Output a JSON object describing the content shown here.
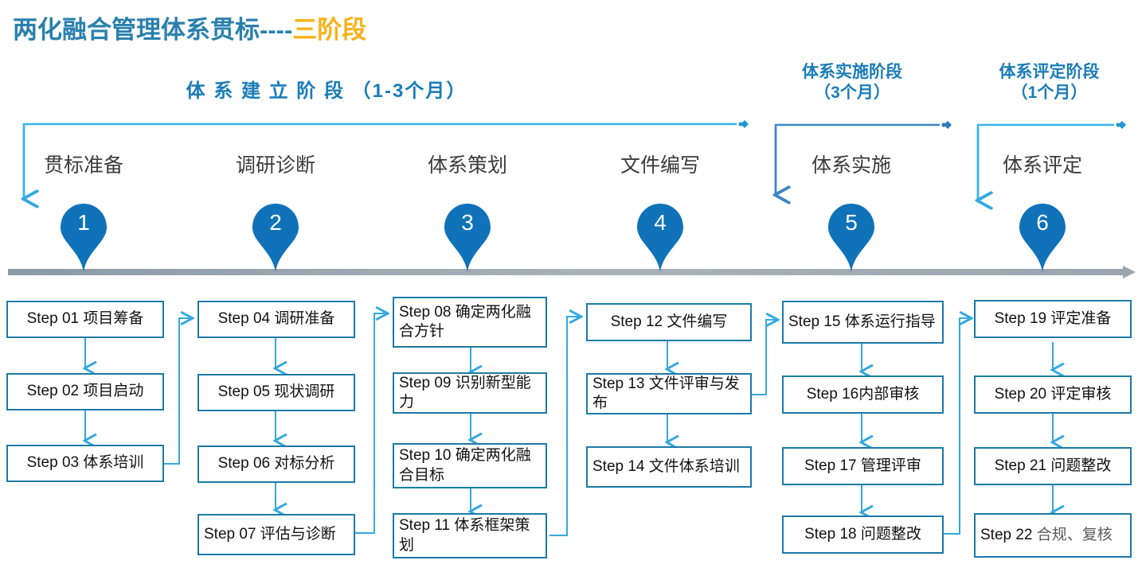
{
  "title": {
    "main": "两化融合管理体系贯标",
    "dashes": "----",
    "highlight": "三阶段"
  },
  "colors": {
    "title_blue": "#2a80ad",
    "title_orange": "#f6b219",
    "header_blue": "#1a7cb8",
    "pin_blue": "#1072b8",
    "box_border": "#1b7ba6",
    "arrow_blue": "#35a8e0",
    "bracket_light": "#35b3ef",
    "bracket_dark": "#3f86c6",
    "timeline_gray": "#9aa4ad"
  },
  "phase_headers": [
    {
      "label": "体 系 建 立 阶 段 （1-3个月）"
    },
    {
      "label": "体系实施阶段\n（3个月）"
    },
    {
      "label": "体系评定阶段\n（1个月）"
    }
  ],
  "stages": [
    {
      "number": "1",
      "label": "贯标准备"
    },
    {
      "number": "2",
      "label": "调研诊断"
    },
    {
      "number": "3",
      "label": "体系策划"
    },
    {
      "number": "4",
      "label": "文件编写"
    },
    {
      "number": "5",
      "label": "体系实施"
    },
    {
      "number": "6",
      "label": "体系评定"
    }
  ],
  "columns": [
    {
      "name": "贯标准备",
      "steps": [
        {
          "en": "Step 01",
          "cn": "项目筹备"
        },
        {
          "en": "Step 02",
          "cn": "项目启动"
        },
        {
          "en": "Step 03",
          "cn": "体系培训"
        }
      ]
    },
    {
      "name": "调研诊断",
      "steps": [
        {
          "en": "Step 04",
          "cn": "调研准备"
        },
        {
          "en": "Step 05",
          "cn": "现状调研"
        },
        {
          "en": "Step 06",
          "cn": "对标分析"
        },
        {
          "en": "Step 07",
          "cn": "评估与诊断"
        }
      ]
    },
    {
      "name": "体系策划",
      "steps": [
        {
          "en": "Step 08",
          "cn": "确定两化融合方针"
        },
        {
          "en": "Step 09",
          "cn": "识别新型能力"
        },
        {
          "en": "Step 10",
          "cn": "确定两化融合目标"
        },
        {
          "en": "Step 11",
          "cn": "体系框架策划"
        }
      ]
    },
    {
      "name": "文件编写",
      "steps": [
        {
          "en": "Step 12",
          "cn": "文件编写"
        },
        {
          "en": "Step 13",
          "cn": "文件评审与发布"
        },
        {
          "en": "Step 14",
          "cn": "文件体系培训"
        }
      ]
    },
    {
      "name": "体系实施",
      "steps": [
        {
          "en": "Step 15",
          "cn": "体系运行指导"
        },
        {
          "en": "Step 16",
          "cn": "内部审核"
        },
        {
          "en": "Step 17",
          "cn": "管理评审"
        },
        {
          "en": "Step 18",
          "cn": "问题整改"
        }
      ]
    },
    {
      "name": "体系评定",
      "steps": [
        {
          "en": "Step 19",
          "cn": "评定准备"
        },
        {
          "en": "Step 20",
          "cn": "评定审核"
        },
        {
          "en": "Step 21",
          "cn": "问题整改"
        },
        {
          "en": "Step 22",
          "cn": "合规、复核"
        }
      ]
    }
  ]
}
